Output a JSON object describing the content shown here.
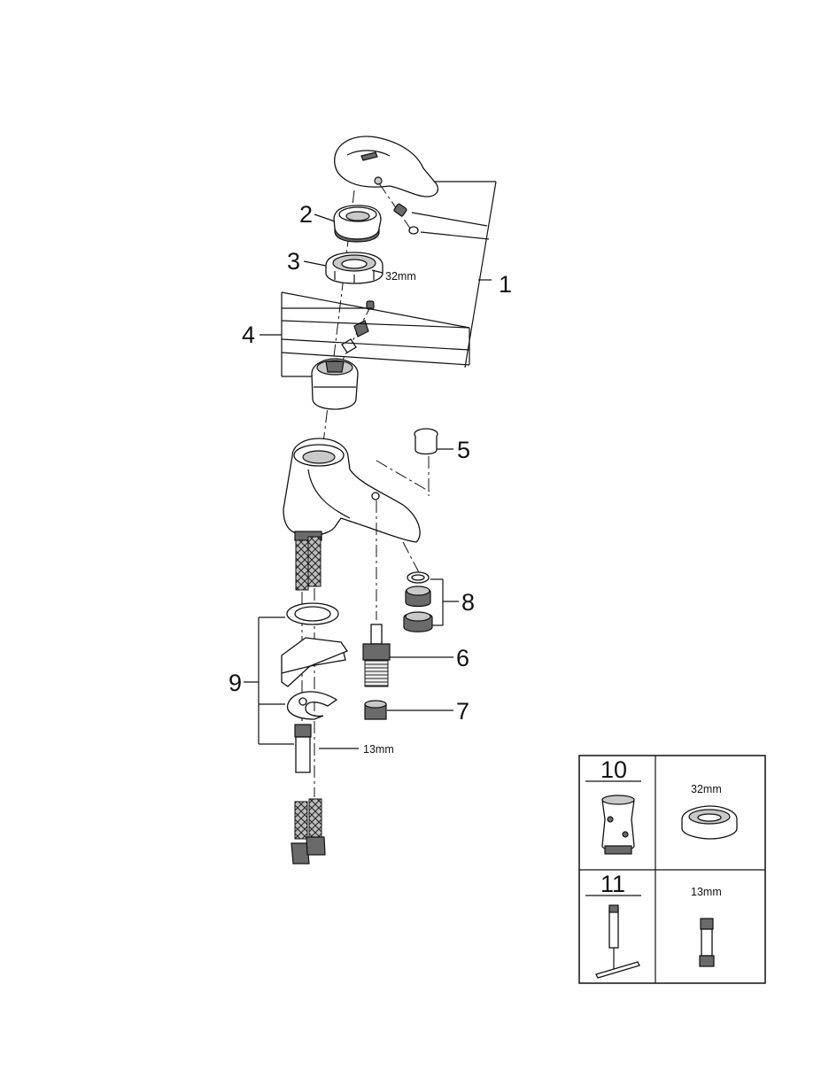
{
  "callouts": {
    "c1": "1",
    "c2": "2",
    "c3": "3",
    "c4": "4",
    "c5": "5",
    "c6": "6",
    "c7": "7",
    "c8": "8",
    "c9": "9"
  },
  "dimensions": {
    "nut_size_main": "32mm",
    "hose_nut_main": "13mm"
  },
  "tools_table": {
    "row1": {
      "number": "10",
      "size": "32mm"
    },
    "row2": {
      "number": "11",
      "size": "13mm"
    }
  }
}
